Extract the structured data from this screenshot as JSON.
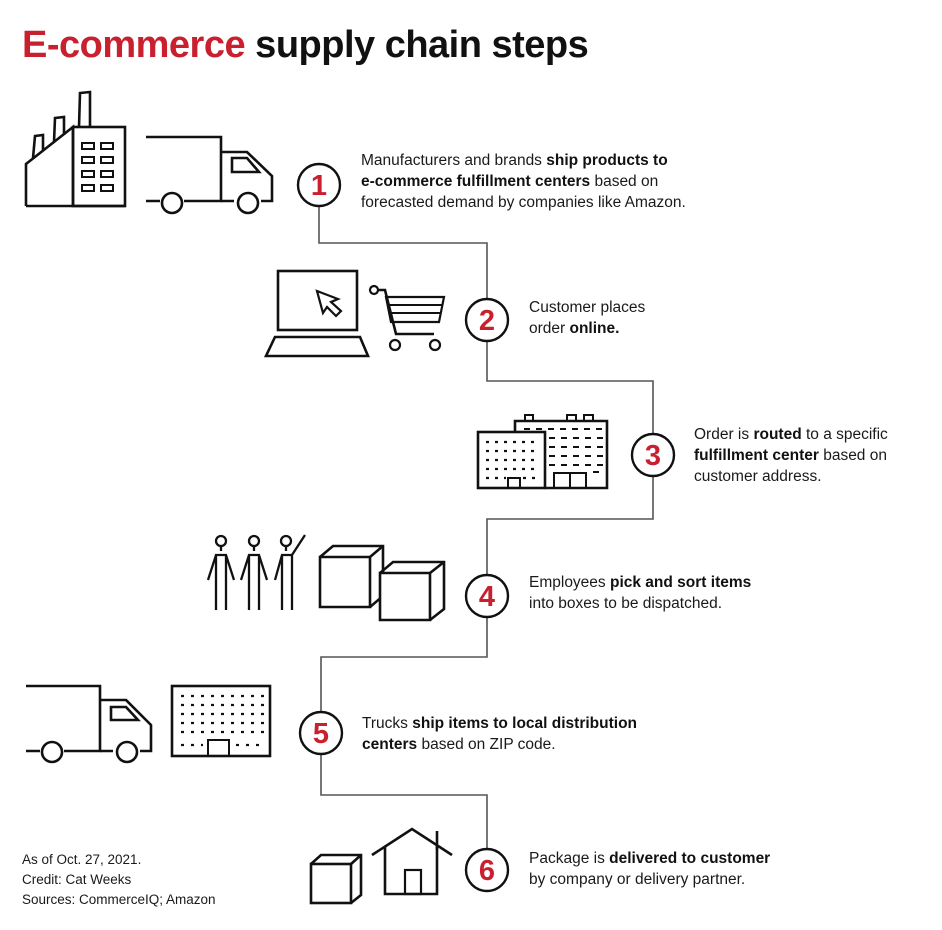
{
  "header": {
    "title_accent": "E-commerce",
    "title_rest": " supply chain steps"
  },
  "colors": {
    "accent": "#c8202f",
    "icon_stroke": "#111111",
    "connector": "#555555"
  },
  "steps": [
    {
      "number": "1",
      "icons": [
        "factory-icon",
        "delivery-truck-icon"
      ],
      "segments": [
        {
          "text": "Manufacturers and brands ",
          "bold": false
        },
        {
          "text": "ship products to",
          "bold": true
        },
        {
          "text": "e-commerce fulfillment centers",
          "bold": true
        },
        {
          "text": " based on",
          "bold": false
        },
        {
          "text": "forecasted demand by companies like Amazon.",
          "bold": false
        }
      ]
    },
    {
      "number": "2",
      "icons": [
        "laptop-cursor-icon",
        "shopping-cart-icon"
      ],
      "segments": [
        {
          "text": "Customer places",
          "bold": false
        },
        {
          "text": "order ",
          "bold": false
        },
        {
          "text": "online.",
          "bold": true
        }
      ]
    },
    {
      "number": "3",
      "icons": [
        "office-buildings-icon"
      ],
      "segments": [
        {
          "text": "Order is ",
          "bold": false
        },
        {
          "text": "routed",
          "bold": true
        },
        {
          "text": " to a specific",
          "bold": false
        },
        {
          "text": "fulfillment center",
          "bold": true
        },
        {
          "text": " based on",
          "bold": false
        },
        {
          "text": "customer address.",
          "bold": false
        }
      ]
    },
    {
      "number": "4",
      "icons": [
        "employees-icon",
        "boxes-icon"
      ],
      "segments": [
        {
          "text": "Employees ",
          "bold": false
        },
        {
          "text": "pick and sort items",
          "bold": true
        },
        {
          "text": "into boxes to be dispatched.",
          "bold": false
        }
      ]
    },
    {
      "number": "5",
      "icons": [
        "delivery-truck-icon",
        "distribution-center-icon"
      ],
      "segments": [
        {
          "text": "Trucks ",
          "bold": false
        },
        {
          "text": "ship items to local distribution",
          "bold": true
        },
        {
          "text": "centers",
          "bold": true
        },
        {
          "text": " based on ZIP code.",
          "bold": false
        }
      ]
    },
    {
      "number": "6",
      "icons": [
        "package-icon",
        "house-icon"
      ],
      "segments": [
        {
          "text": "Package is ",
          "bold": false
        },
        {
          "text": "delivered to customer",
          "bold": true
        },
        {
          "text": "by company or delivery partner.",
          "bold": false
        }
      ]
    }
  ],
  "footer": {
    "as_of": "As of Oct. 27, 2021.",
    "credit": "Credit: Cat Weeks",
    "sources": "Sources: CommerceIQ; Amazon"
  }
}
